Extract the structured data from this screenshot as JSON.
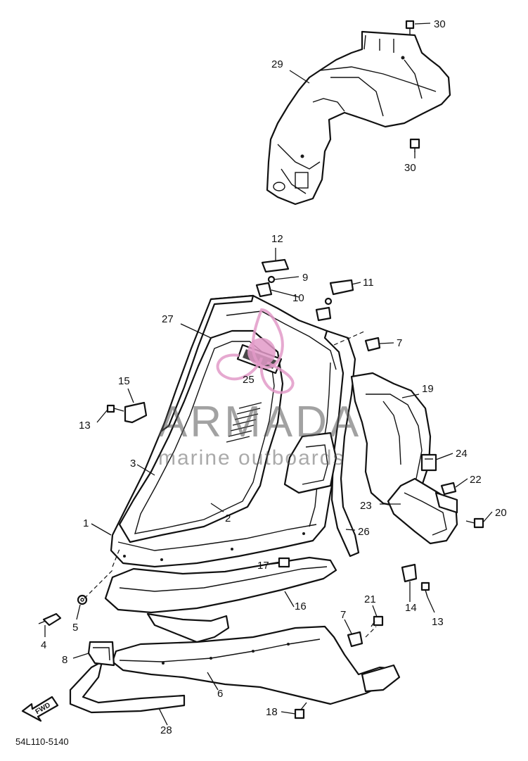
{
  "diagram": {
    "reference_code": "54L110-5140",
    "fwd_label": "FWD",
    "callouts": [
      "30",
      "29",
      "30",
      "12",
      "9",
      "11",
      "10",
      "27",
      "7",
      "25",
      "19",
      "15",
      "13",
      "24",
      "3",
      "22",
      "20",
      "23",
      "2",
      "1",
      "26",
      "17",
      "14",
      "13",
      "16",
      "21",
      "5",
      "7",
      "4",
      "8",
      "6",
      "18",
      "28"
    ]
  },
  "watermark": {
    "title": "ARMADA",
    "subtitle": "marine outboards",
    "accent_color": "#e29ac8"
  }
}
